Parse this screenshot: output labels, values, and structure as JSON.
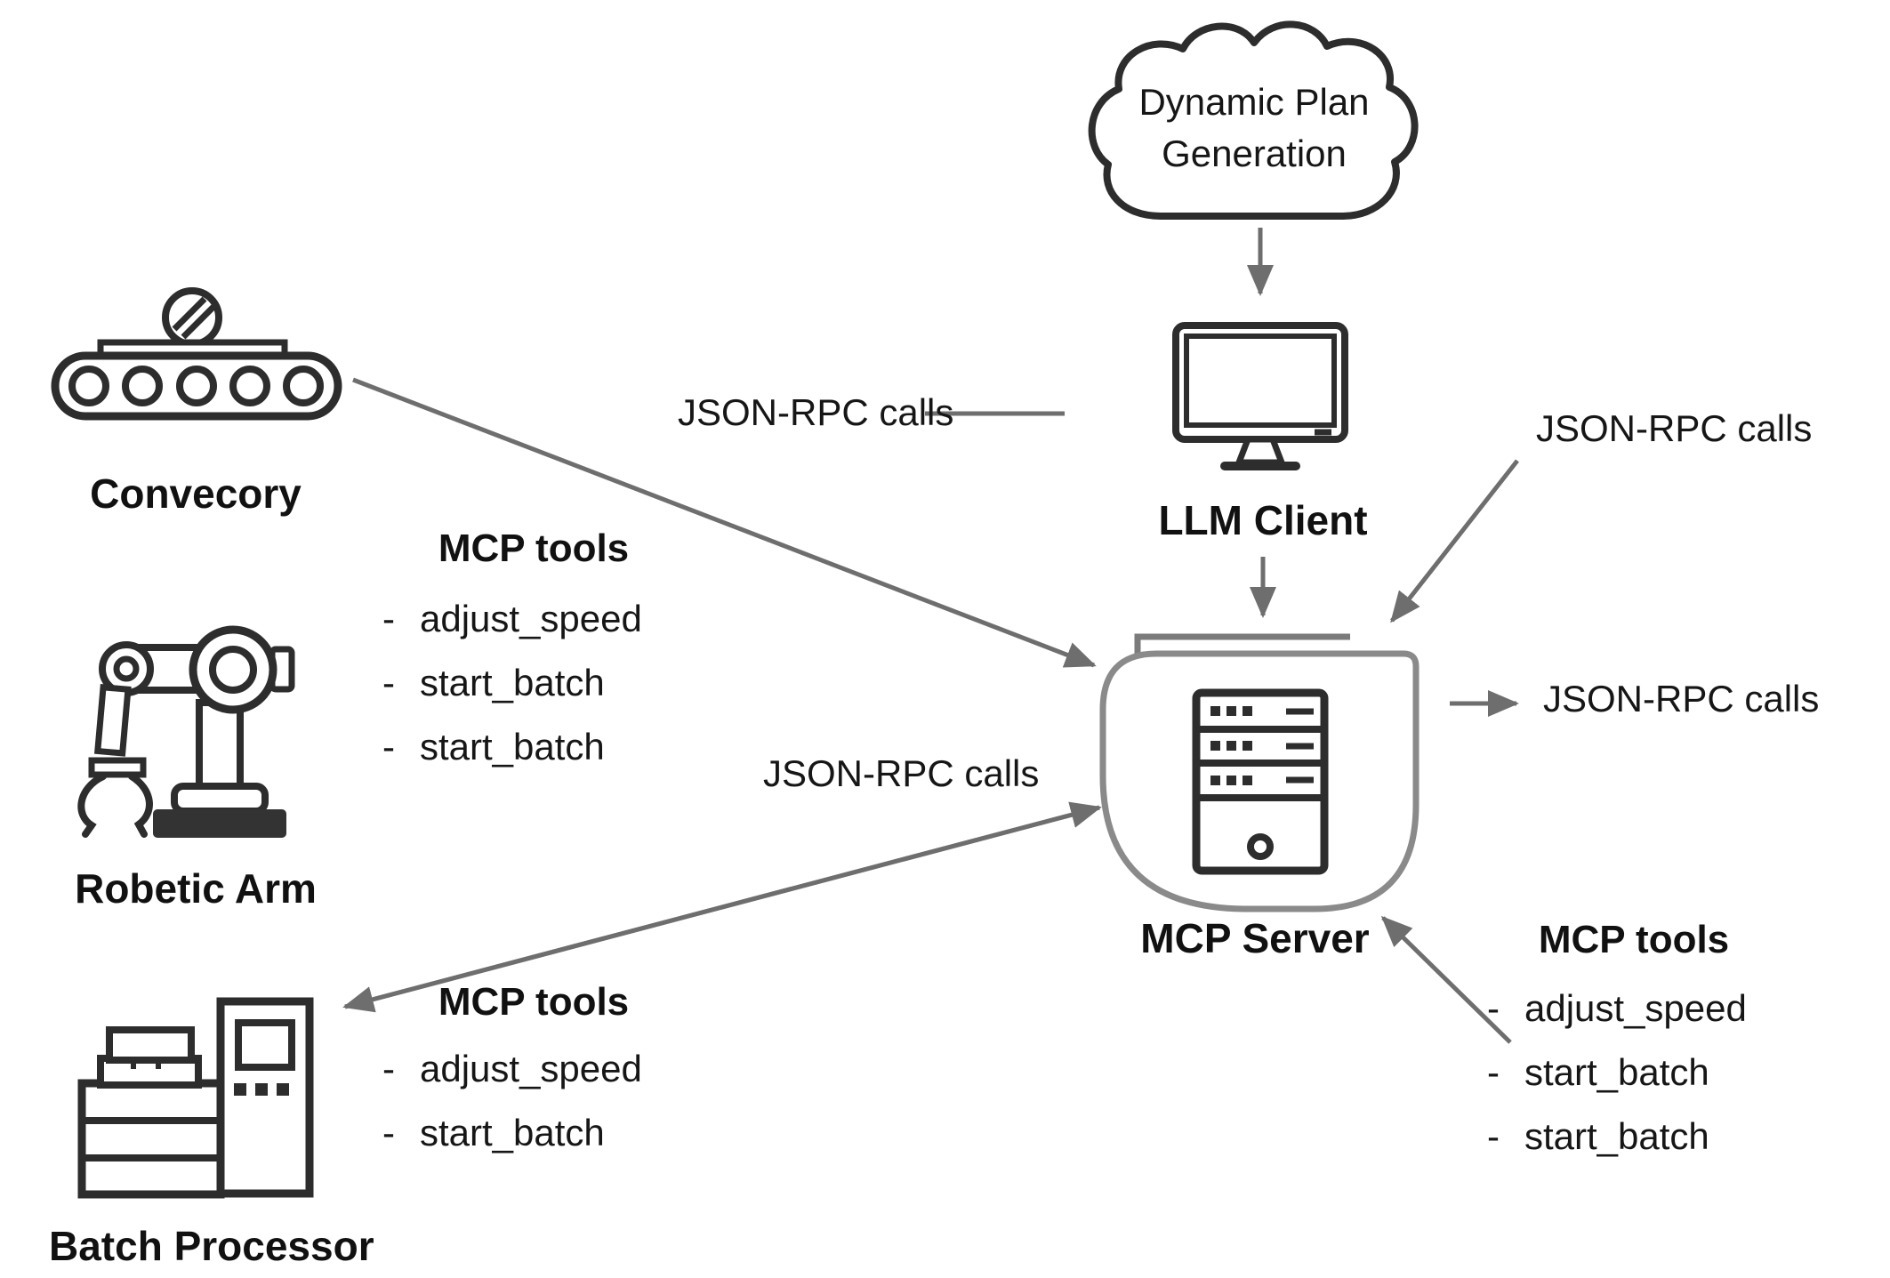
{
  "cloud": {
    "label": "Dynamic Plan Generation"
  },
  "nodes": {
    "llm_client": {
      "label": "LLM Client"
    },
    "mcp_server": {
      "label": "MCP Server"
    },
    "conveyor": {
      "label": "Convecory"
    },
    "robotic_arm": {
      "label": "Robetic Arm"
    },
    "batch_processor": {
      "label": "Batch Processor"
    }
  },
  "labels": {
    "json_rpc": "JSON-RPC calls"
  },
  "tool_lists": {
    "left": {
      "title": "MCP tools",
      "items": [
        "adjust_speed",
        "start_batch",
        "start_batch"
      ]
    },
    "bottom_left": {
      "title": "MCP tools",
      "items": [
        "adjust_speed",
        "start_batch"
      ]
    },
    "right": {
      "title": "MCP tools",
      "items": [
        "adjust_speed",
        "start_batch",
        "start_batch"
      ]
    }
  },
  "colors": {
    "icon_stroke": "#2d2d2d",
    "arrow": "#6e6e6e",
    "blob_outline": "#8a8a8a",
    "text": "#141414",
    "background": "#ffffff"
  }
}
